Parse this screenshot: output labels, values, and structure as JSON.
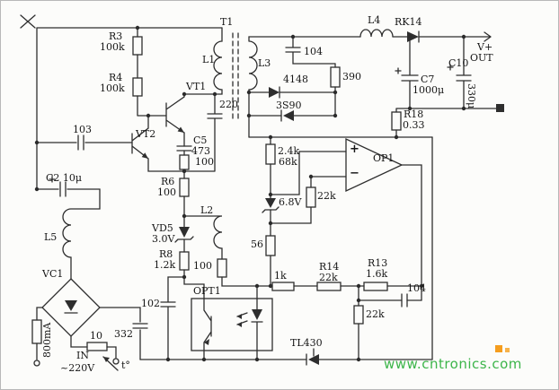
{
  "colors": {
    "line": "#2e2e2e",
    "watermark_green": "#3cb54a",
    "logo_orange": "#f59d1e"
  },
  "watermark": "www.cntronics.com",
  "labels": {
    "t1": "T1",
    "l1": "L1",
    "l2": "L2",
    "l3": "L3",
    "l4": "L4",
    "l5": "L5",
    "r3_name": "R3",
    "r3_value": "100k",
    "r4_name": "R4",
    "r4_value": "100k",
    "vt1": "VT1",
    "vt2": "VT2",
    "c220": "220",
    "c103": "103",
    "c5_name": "C5",
    "c5_value": "473",
    "r100_upper": "100",
    "c2": "C2 10μ",
    "r6_name": "R6",
    "r6_value": "100",
    "vd5_name": "VD5",
    "vd5_value": "3.0V",
    "r8_name": "R8",
    "r8_value": "1.2k",
    "r100_lower": "100",
    "vc1": "VC1",
    "fuse": "800mA",
    "ntc": "10",
    "in": "IN",
    "mains": "~220V",
    "temp": "t°",
    "c332": "332",
    "c102": "102",
    "opt1": "OPT1",
    "r1k": "1k",
    "r56": "56",
    "c104_top": "104",
    "d4148": "4148",
    "r390": "390",
    "d3s90": "3S90",
    "rk14": "RK14",
    "vplus": "V+",
    "out": "OUT",
    "c7_name": "C7",
    "c7_value": "1000μ",
    "c10_name": "C10",
    "c10_value": "330μ",
    "r18_name": "R18",
    "r18_value": "0.33",
    "r2k4": "2.4k",
    "r68k": "68k",
    "z6v8": "6.8V",
    "r22k_mid": "22k",
    "op1": "OP1",
    "op_plus": "+",
    "op_minus": "−",
    "r14_name": "R14",
    "r14_value": "22k",
    "r13_name": "R13",
    "r13_value": "1.6k",
    "c104_fb": "104",
    "r22k_low": "22k",
    "tl430": "TL430"
  }
}
